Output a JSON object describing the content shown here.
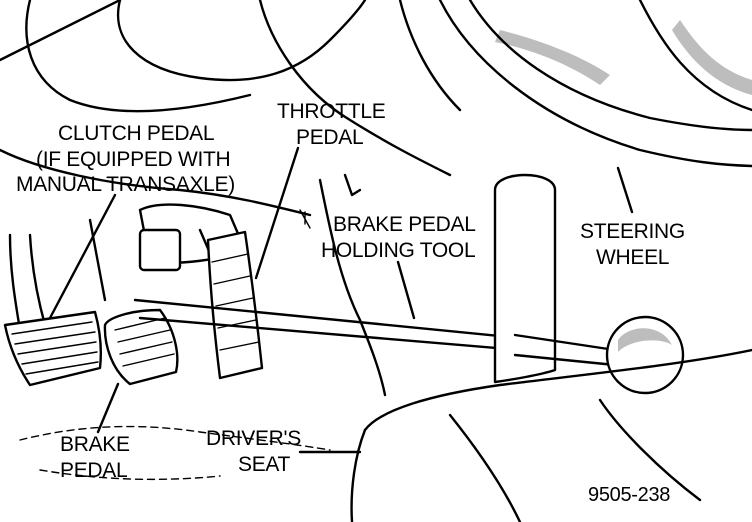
{
  "labels": {
    "clutch_pedal": [
      "CLUTCH PEDAL",
      "(IF EQUIPPED WITH",
      "MANUAL TRANSAXLE)"
    ],
    "throttle_pedal": [
      "THROTTLE",
      "PEDAL"
    ],
    "brake_pedal_holding_tool": [
      "BRAKE PEDAL",
      "HOLDING TOOL"
    ],
    "steering_wheel": [
      "STEERING",
      "WHEEL"
    ],
    "brake_pedal": [
      "BRAKE",
      "PEDAL"
    ],
    "drivers_seat": [
      "DRIVER'S",
      "SEAT"
    ]
  },
  "figure_number": "9505-238"
}
